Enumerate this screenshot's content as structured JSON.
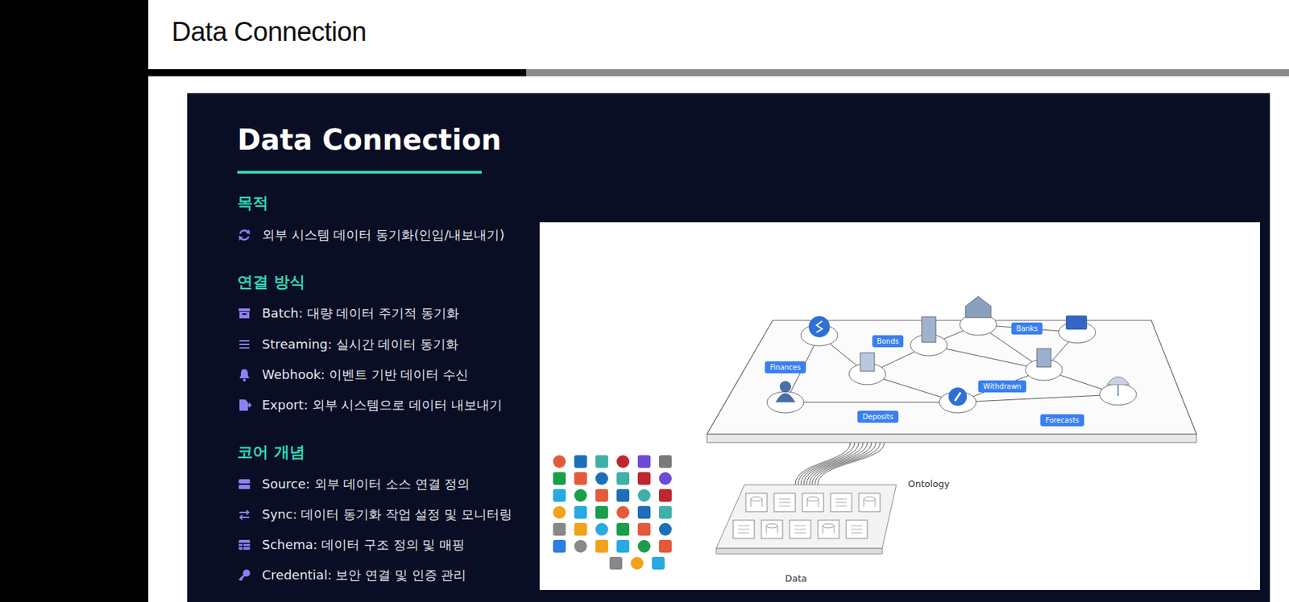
{
  "diagram": {
    "title": "Data Connection",
    "nodes": [
      {
        "text": [
          "Data Connection",
          "목적",
          "외부 시스템 데이터 동기화(인입/내보내기)",
          "연결 방식",
          "Batch: 대량 데이터 주기적 동기화",
          "Streaming: 실시간 데이터 동기화",
          "Webhook: 이벤트 기반 데이터 수신",
          "Export: 외부 시스템으로 데이터 내보내기",
          "코어 개념",
          "Source: 외부 데이터 소스 연결 정의",
          "Sync: 데이터 동기화 작업 설정 및 모니터링",
          "Schema: 데이터 구조 정의 및 매핑",
          "Credential: 보안 연결 및 인증 관리"
        ]
      },
      {
        "text": [
          "Ontology",
          "Data"
        ],
        "in": 0
      },
      {
        "text": [
          "Finances"
        ],
        "in": 1
      },
      {
        "text": [
          "Bonds"
        ],
        "in": 1
      },
      {
        "text": [
          "Banks"
        ],
        "in": 1
      },
      {
        "text": [
          "Withdrawn"
        ],
        "in": 1
      },
      {
        "text": [
          "Deposits"
        ],
        "in": 1
      },
      {
        "text": [
          "Forecasts"
        ],
        "in": 1
      }
    ]
  }
}
